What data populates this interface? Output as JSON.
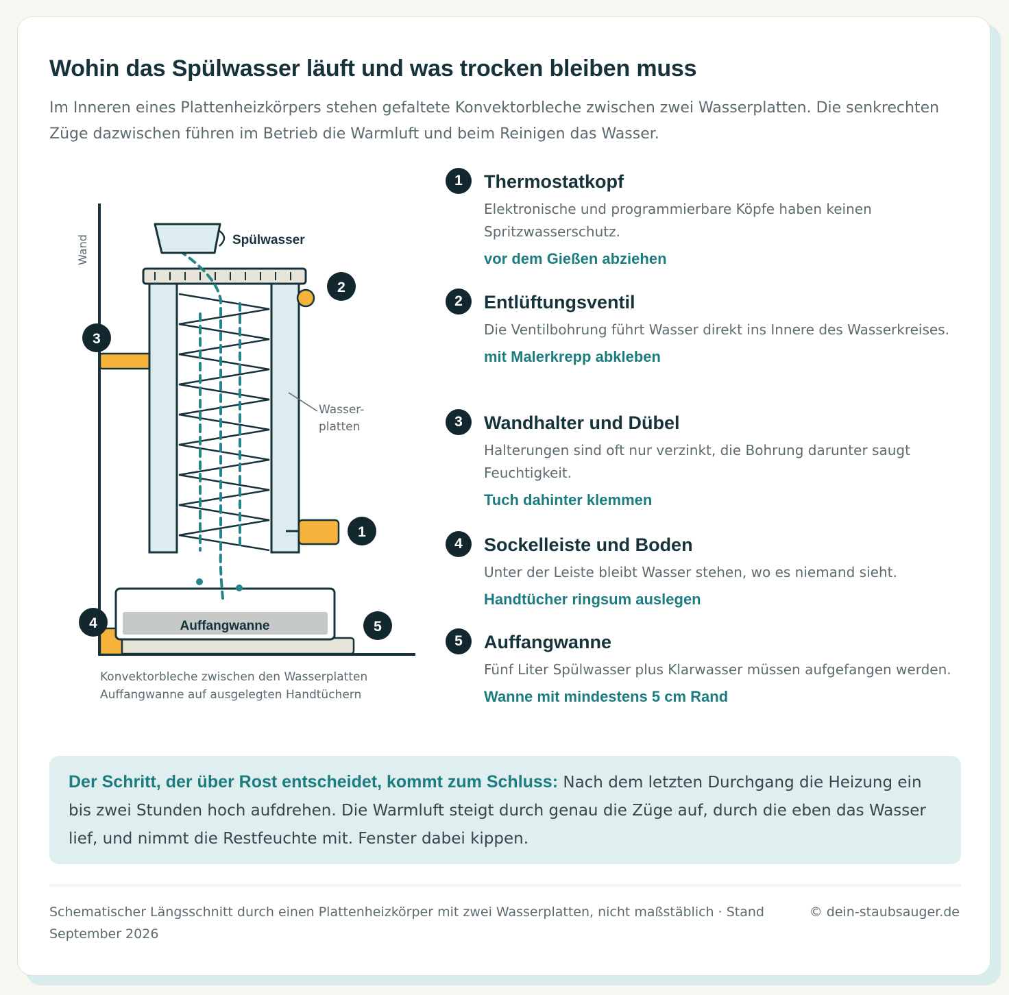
{
  "page": {
    "title": "Wohin das Spülwasser läuft und was trocken bleiben muss",
    "intro": "Im Inneren eines Plattenheizkörpers stehen gefaltete Konvektorbleche zwischen zwei Wasserplatten. Die senkrechten Züge dazwischen führen im Betrieb die Warmluft und beim Reinigen das Wasser."
  },
  "diagram": {
    "label_wand": "Wand",
    "label_spuelwasser": "Spülwasser",
    "label_platten_1": "Wasser-",
    "label_platten_2": "platten",
    "label_wanne": "Auffangwanne",
    "markers": [
      "1",
      "2",
      "3",
      "4",
      "5"
    ],
    "caption_1": "Konvektorbleche zwischen den Wasserplatten",
    "caption_2": "Auffangwanne auf ausgelegten Handtüchern",
    "colors": {
      "ink": "#16323a",
      "plate": "#dcecef",
      "water": "#25858b",
      "accent": "#f5b33c",
      "tray": "#ffffff",
      "tray_inner": "#c5c9c7",
      "towel": "#e7e4da"
    }
  },
  "items": [
    {
      "num": "1",
      "title": "Thermostatkopf",
      "text": "Elektronische und programmierbare Köpfe haben keinen Spritzwasserschutz.",
      "action": "vor dem Gießen abziehen"
    },
    {
      "num": "2",
      "title": "Entlüftungsventil",
      "text": "Die Ventilbohrung führt Wasser direkt ins Innere des Wasserkreises.",
      "action": "mit Malerkrepp abkleben"
    },
    {
      "num": "3",
      "title": "Wandhalter und Dübel",
      "text": "Halterungen sind oft nur verzinkt, die Bohrung darunter saugt Feuchtigkeit.",
      "action": "Tuch dahinter klemmen"
    },
    {
      "num": "4",
      "title": "Sockelleiste und Boden",
      "text": "Unter der Leiste bleibt Wasser stehen, wo es niemand sieht.",
      "action": "Handtücher ringsum auslegen"
    },
    {
      "num": "5",
      "title": "Auffangwanne",
      "text": "Fünf Liter Spülwasser plus Klarwasser müssen aufgefangen werden.",
      "action": "Wanne mit mindestens 5 cm Rand"
    }
  ],
  "callout": {
    "lead": "Der Schritt, der über Rost entscheidet, kommt zum Schluss:",
    "text": " Nach dem letzten Durchgang die Heizung ein bis zwei Stunden hoch aufdrehen. Die Warmluft steigt durch genau die Züge auf, durch die eben das Wasser lief, und nimmt die Restfeuchte mit. Fenster dabei kippen."
  },
  "footer": {
    "note": "Schematischer Längsschnitt durch einen Plattenheizkörper mit zwei Wasserplatten, nicht maßstäblich · Stand September 2026",
    "copyright": "© dein-staubsauger.de"
  }
}
